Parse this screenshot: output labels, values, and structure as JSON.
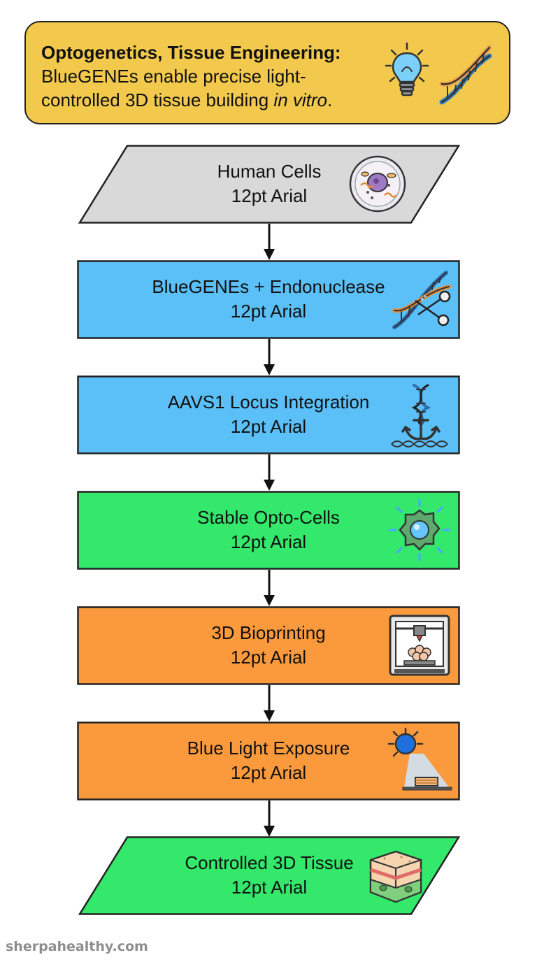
{
  "header": {
    "title": "Optogenetics, Tissue Engineering:",
    "line2": "BlueGENEs enable precise light-",
    "line3_prefix": "controlled 3D tissue building ",
    "line3_italic": "in vitro",
    "line3_suffix": "."
  },
  "stages": [
    {
      "title": "Human Cells",
      "subtitle": "12pt Arial",
      "color": "#d9d9d9",
      "icon": "cell-icon"
    },
    {
      "title": "BlueGENEs + Endonuclease",
      "subtitle": "12pt Arial",
      "color": "#5bc0f8",
      "icon": "dna-scissors-icon"
    },
    {
      "title": "AAVS1 Locus Integration",
      "subtitle": "12pt Arial",
      "color": "#5bc0f8",
      "icon": "dna-anchor-icon"
    },
    {
      "title": "Stable Opto-Cells",
      "subtitle": "12pt Arial",
      "color": "#33e86a",
      "icon": "glowing-cell-icon"
    },
    {
      "title": "3D Bioprinting",
      "subtitle": "12pt Arial",
      "color": "#fb9a3d",
      "icon": "bioprinter-icon"
    },
    {
      "title": "Blue Light Exposure",
      "subtitle": "12pt Arial",
      "color": "#fb9a3d",
      "icon": "light-exposure-icon"
    },
    {
      "title": "Controlled 3D Tissue",
      "subtitle": "12pt Arial",
      "color": "#33e86a",
      "icon": "tissue-icon"
    }
  ],
  "watermark": "sherpahealthy.com"
}
